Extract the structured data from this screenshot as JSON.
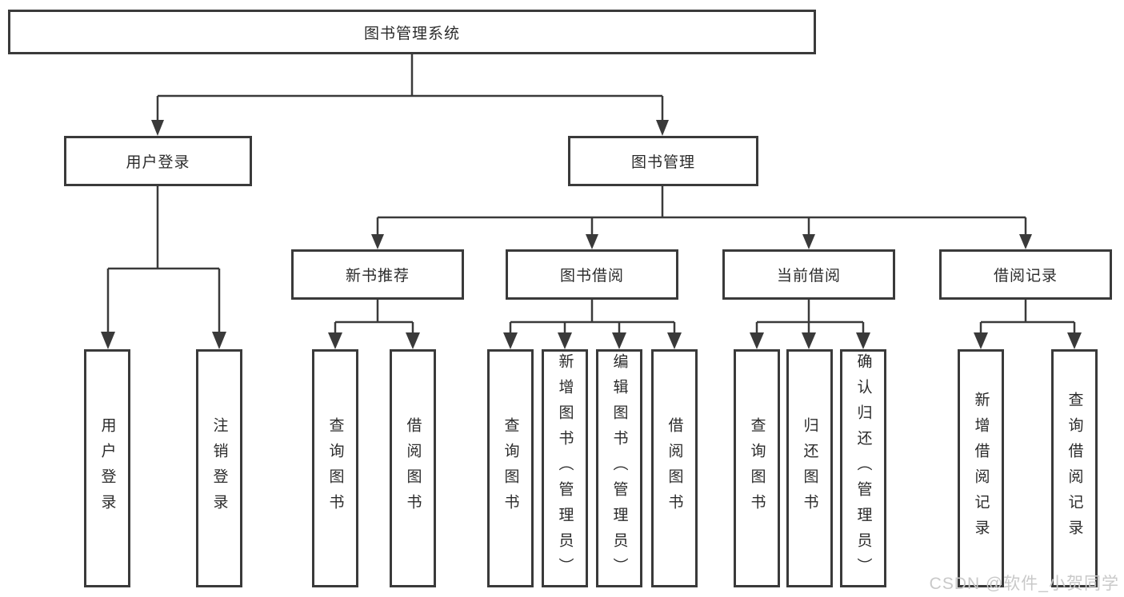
{
  "tree": {
    "root": {
      "label": "图书管理系统",
      "children": [
        {
          "label": "用户登录",
          "children": [
            {
              "label": "用户登录"
            },
            {
              "label": "注销登录"
            }
          ]
        },
        {
          "label": "图书管理",
          "children": [
            {
              "label": "新书推荐",
              "children": [
                {
                  "label": "查询图书"
                },
                {
                  "label": "借阅图书"
                }
              ]
            },
            {
              "label": "图书借阅",
              "children": [
                {
                  "label": "查询图书"
                },
                {
                  "label": "新增图书（管理员）"
                },
                {
                  "label": "编辑图书（管理员）"
                },
                {
                  "label": "借阅图书"
                }
              ]
            },
            {
              "label": "当前借阅",
              "children": [
                {
                  "label": "查询图书"
                },
                {
                  "label": "归还图书"
                },
                {
                  "label": "确认归还（管理员）"
                }
              ]
            },
            {
              "label": "借阅记录",
              "children": [
                {
                  "label": "新增借阅记录"
                },
                {
                  "label": "查询借阅记录"
                }
              ]
            }
          ]
        }
      ]
    }
  },
  "watermark": "CSDN @软件_小贺同学",
  "colors": {
    "line": "#3a3a3a",
    "box_border": "#3a3a3a",
    "text": "#2b2b2b",
    "watermark": "#c9c9c9",
    "background": "#ffffff"
  }
}
